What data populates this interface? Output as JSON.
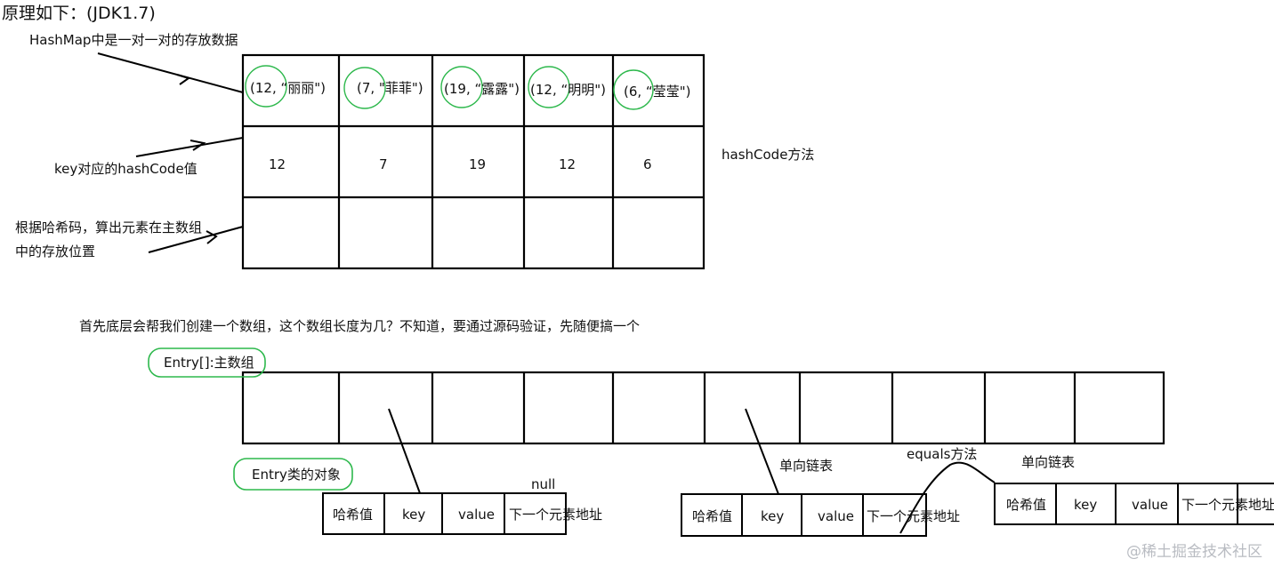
{
  "title": "原理如下：(JDK1.7)",
  "labels": {
    "hashmap_desc": "HashMap中是一对一对的存放数据",
    "key_hash": "key对应的hashCode值",
    "index_line1": "根据哈希码，算出元素在主数组",
    "index_line2": "中的存放位置",
    "hashcode_method": "hashCode方法",
    "explanation": "首先底层会帮我们创建一个数组，这个数组长度为几？不知道，要通过源码验证，先随便搞一个",
    "entry_array": "Entry[]:主数组",
    "entry_object": "Entry类的对象",
    "null_label": "null",
    "linked_list_1": "单向链表",
    "linked_list_2": "单向链表",
    "equals_method": "equals方法"
  },
  "pairs": [
    {
      "key": "12",
      "value": "丽丽"
    },
    {
      "key": "7",
      "value": "菲菲"
    },
    {
      "key": "19",
      "value": "露露"
    },
    {
      "key": "12",
      "value": "明明"
    },
    {
      "key": "6",
      "value": "莹莹"
    }
  ],
  "pair_text": [
    "(12, “丽丽\")",
    "(7, \"菲菲\")",
    "(19, “露露\")",
    "(12, “明明\")",
    "(6, “莹莹\")"
  ],
  "hashcodes": [
    "12",
    "7",
    "19",
    "12",
    "6"
  ],
  "entry_fields": [
    "哈希值",
    "key",
    "value",
    "下一个元素地址"
  ],
  "watermark": "@稀土掘金技术社区",
  "colors": {
    "highlight": "#2db84c",
    "line": "#000000",
    "watermark": "#b9bcc2"
  }
}
